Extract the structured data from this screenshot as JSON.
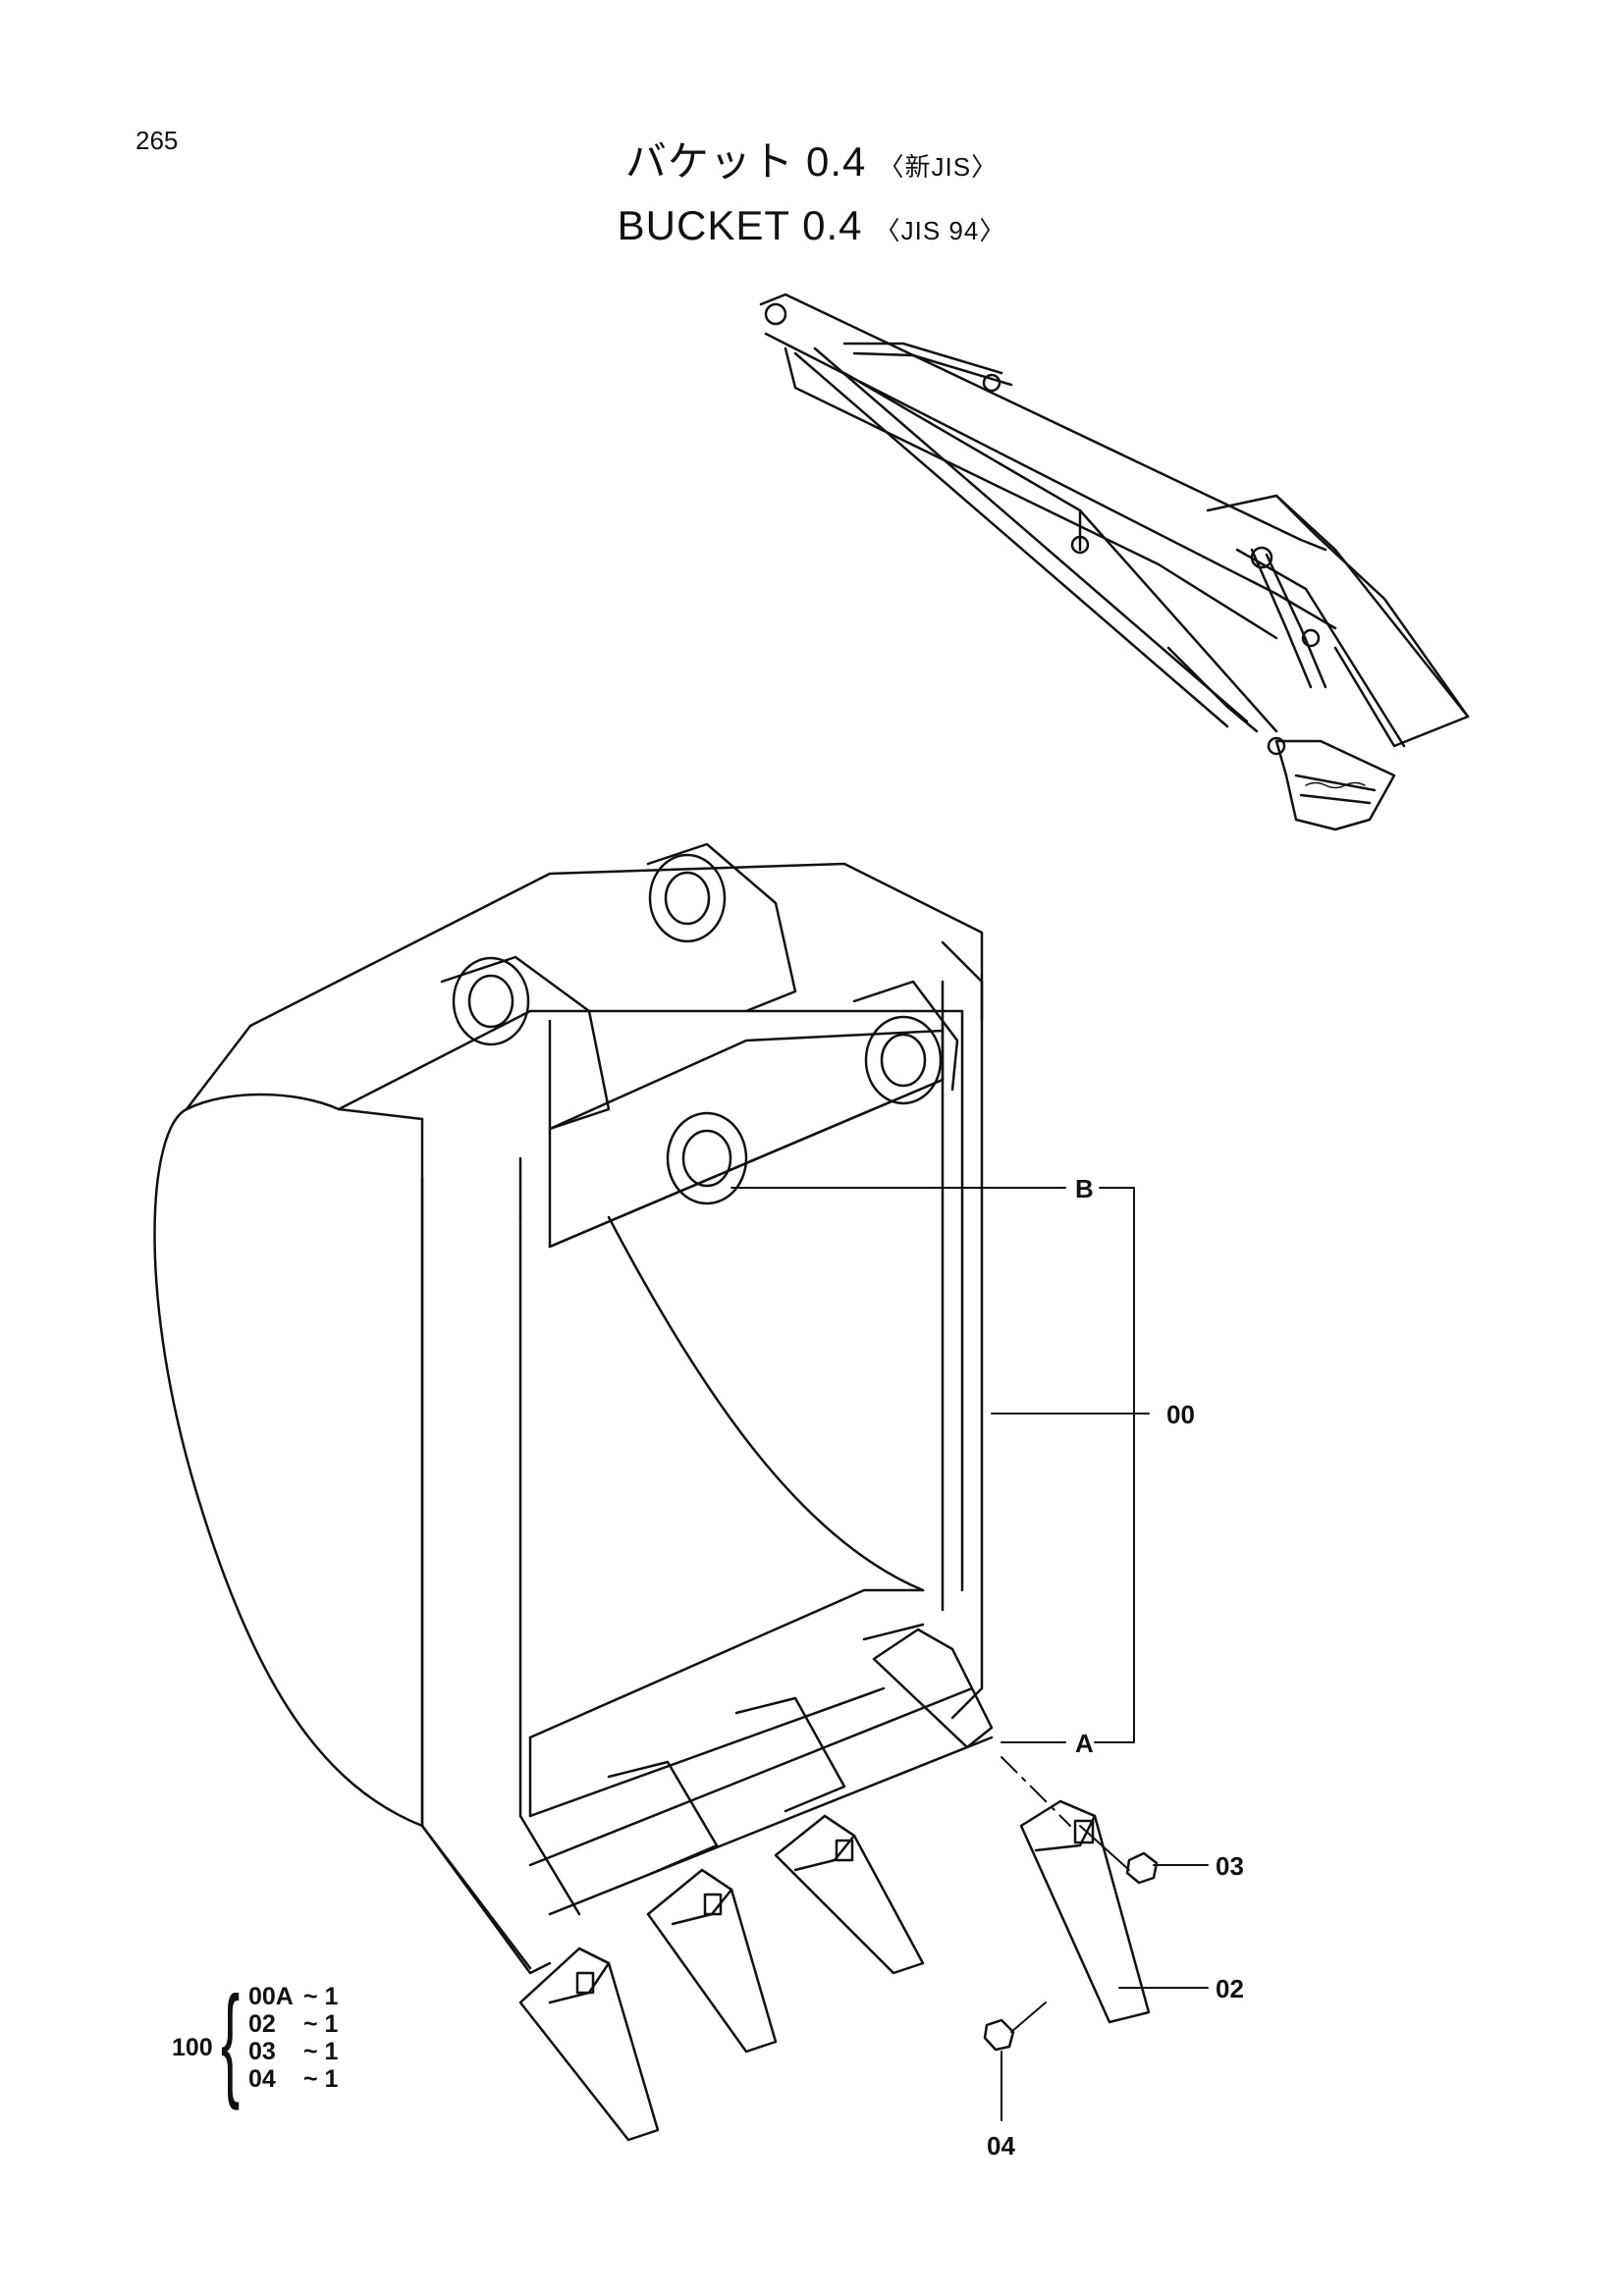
{
  "page_number": "265",
  "title": {
    "jp_name": "バケット",
    "jp_capacity": "0.4",
    "jp_standard": "〈新JIS〉",
    "en_name": "BUCKET",
    "en_capacity": "0.4",
    "en_standard": "〈JIS 94〉"
  },
  "callouts": {
    "b": "B",
    "a": "A",
    "assembly": "00",
    "part_03": "03",
    "part_02": "02",
    "part_04": "04"
  },
  "quantity_table": {
    "parent": "100",
    "rows": [
      {
        "code": "00A",
        "qty": "~ 1"
      },
      {
        "code": "02",
        "qty": "~ 1"
      },
      {
        "code": "03",
        "qty": "~ 1"
      },
      {
        "code": "04",
        "qty": "~ 1"
      }
    ]
  }
}
